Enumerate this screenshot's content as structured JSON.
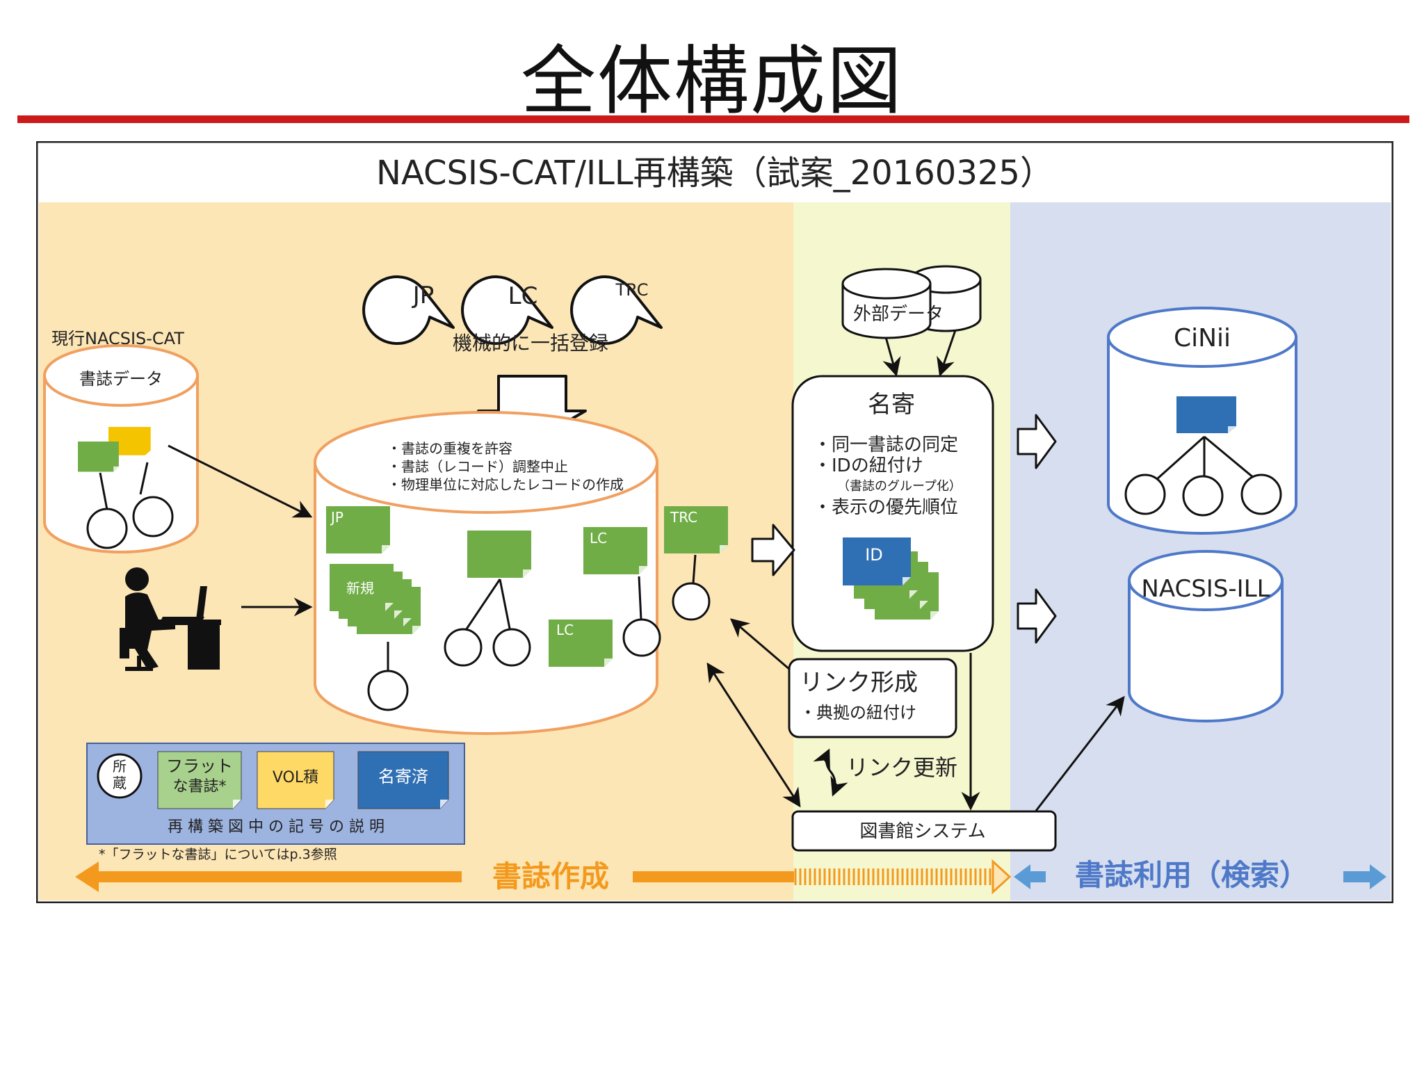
{
  "slide": {
    "title": "全体構成図"
  },
  "diagram": {
    "title": "NACSIS-CAT/ILL再構築（試案_20160325）",
    "current_cat": {
      "caption": "現行NACSIS-CAT",
      "db_label": "書誌データ"
    },
    "sources": [
      "JP",
      "LC",
      "TRC"
    ],
    "bulk_label": "機械的に一括登録",
    "main_db": {
      "bullets": [
        "・書誌の重複を許容",
        "・書誌（レコード）調整中止",
        "・物理単位に対応したレコードの作成"
      ],
      "records": {
        "jp": "JP",
        "trc": "TRC",
        "lc1": "LC",
        "lc2": "LC",
        "new": "新規"
      }
    },
    "external": {
      "label": "外部データ"
    },
    "authority": {
      "title": "名寄",
      "bullets": [
        "・同一書誌の同定",
        "・IDの紐付け",
        "（書誌のグループ化）",
        "・表示の優先順位"
      ],
      "id_label": "ID"
    },
    "link": {
      "title": "リンク形成",
      "sub": "・典拠の紐付け",
      "update": "リンク更新"
    },
    "library_system": "図書館システム",
    "cinii": "CiNii",
    "nacsis_ill": "NACSIS-ILL",
    "legend": {
      "holdings": "所\n蔵",
      "flat_line1": "フラット",
      "flat_line2": "な書誌*",
      "vol": "VOL積",
      "named": "名寄済",
      "caption": "再 構 築 図 中 の 記 号 の 説 明",
      "footnote": "*「フラットな書誌」についてはp.3参照"
    },
    "bottom": {
      "create": "書誌作成",
      "use": "書誌利用（検索）"
    },
    "colors": {
      "create_bg": "#fde6b6",
      "middle_bg": "#f5f7cf",
      "use_bg": "#d6deef",
      "green": "#70ad47",
      "blue": "#2f6fb3",
      "yellow": "#f5c400",
      "orange": "#f39a1e",
      "orange_border": "#f0a060",
      "blue_border": "#4e78c8",
      "accent_red": "#cc1a1a",
      "arrow_blue": "#5b9bd5"
    }
  }
}
